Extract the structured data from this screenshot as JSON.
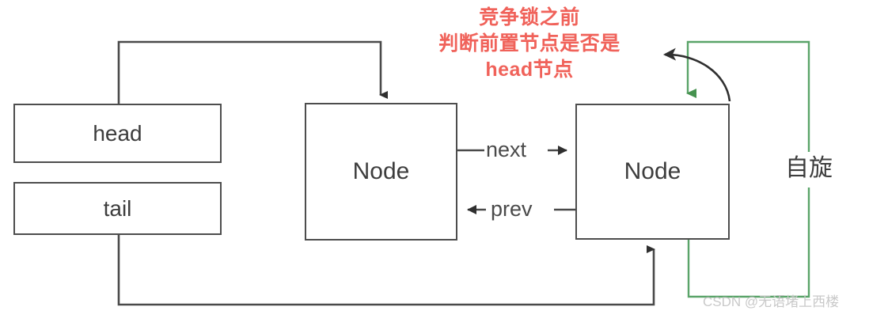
{
  "diagram": {
    "title": "AQS CLH queue node diagram",
    "colors": {
      "box_border": "#4d4d4d",
      "wire_black": "#4a4a4a",
      "wire_green": "#5aa469",
      "annotation_red": "#f0625a",
      "watermark_gray": "#c9c9c9",
      "background": "#ffffff"
    },
    "boxes": [
      {
        "id": "head",
        "label": "head"
      },
      {
        "id": "tail",
        "label": "tail"
      },
      {
        "id": "node_prev",
        "label": "Node"
      },
      {
        "id": "node_cur",
        "label": "Node"
      }
    ],
    "edge_labels": {
      "next": "next",
      "prev": "prev"
    },
    "annotation": {
      "line1": "竞争锁之前",
      "line2": "判断前置节点是否是",
      "line3": "head节点"
    },
    "spin_label": "自旋",
    "watermark": "CSDN @无语堵上西楼"
  }
}
